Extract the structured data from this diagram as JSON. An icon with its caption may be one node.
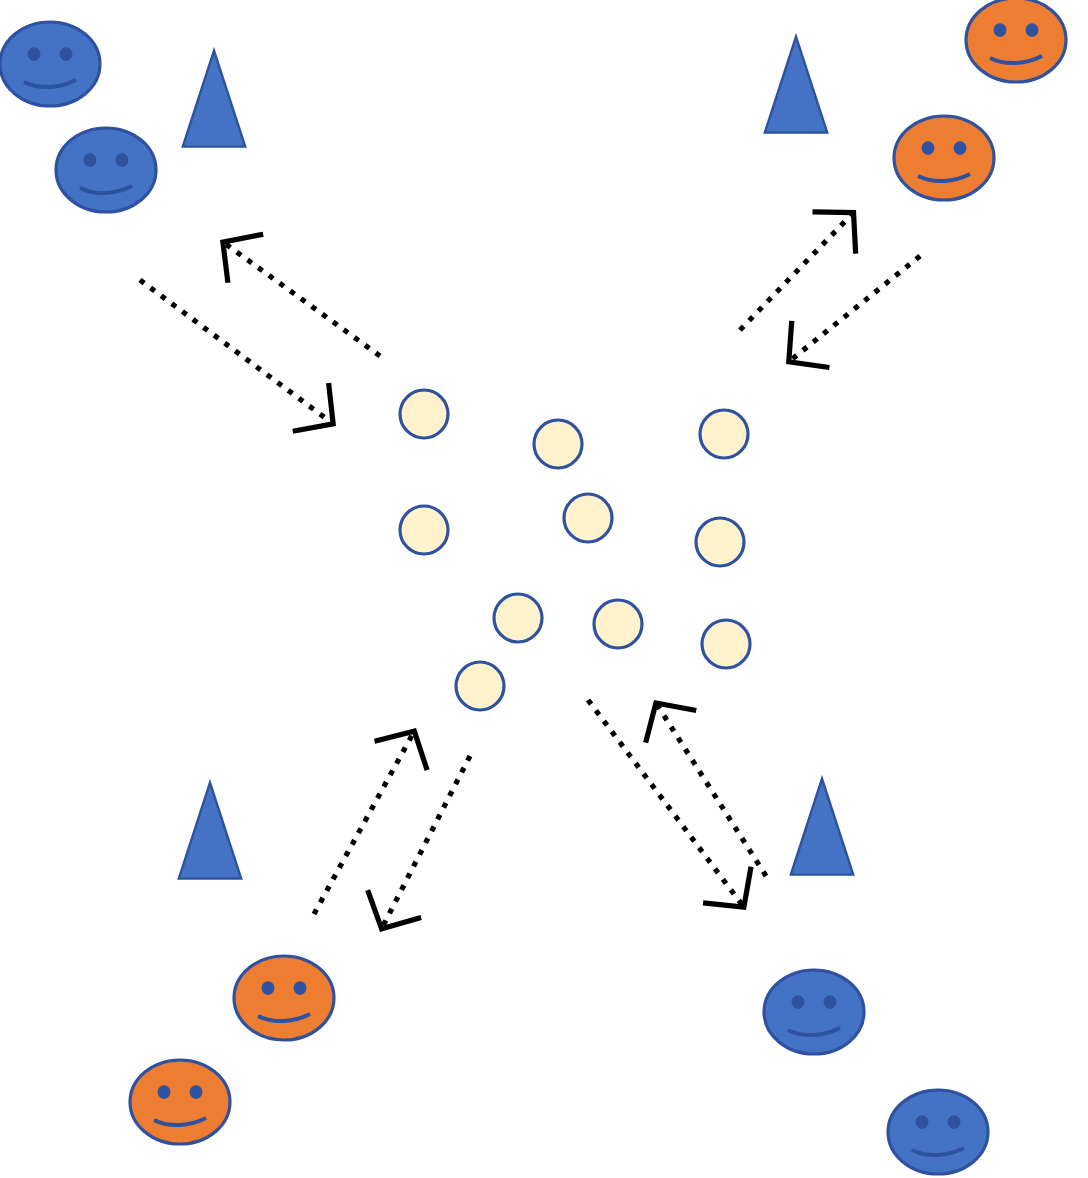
{
  "diagram": {
    "nodes": [
      {
        "text": [],
        "shape": "smiley"
      },
      {
        "text": [],
        "shape": "smiley"
      },
      {
        "text": [],
        "shape": "triangle"
      },
      {
        "text": [],
        "shape": "smiley"
      },
      {
        "text": [],
        "shape": "triangle"
      },
      {
        "text": [],
        "shape": "smiley"
      },
      {
        "text": [],
        "shape": "circle"
      },
      {
        "text": [],
        "shape": "circle"
      },
      {
        "text": [],
        "shape": "circle"
      },
      {
        "text": [],
        "shape": "circle"
      },
      {
        "text": [],
        "shape": "circle"
      },
      {
        "text": [],
        "shape": "circle"
      },
      {
        "text": [],
        "shape": "circle"
      },
      {
        "text": [],
        "shape": "circle"
      },
      {
        "text": [],
        "shape": "circle"
      },
      {
        "text": [],
        "shape": "circle"
      },
      {
        "text": [],
        "shape": "triangle"
      },
      {
        "text": [],
        "shape": "triangle"
      },
      {
        "text": [],
        "shape": "smiley"
      },
      {
        "text": [],
        "shape": "smiley"
      },
      {
        "text": [],
        "shape": "smiley"
      },
      {
        "text": [],
        "shape": "smiley"
      }
    ]
  }
}
